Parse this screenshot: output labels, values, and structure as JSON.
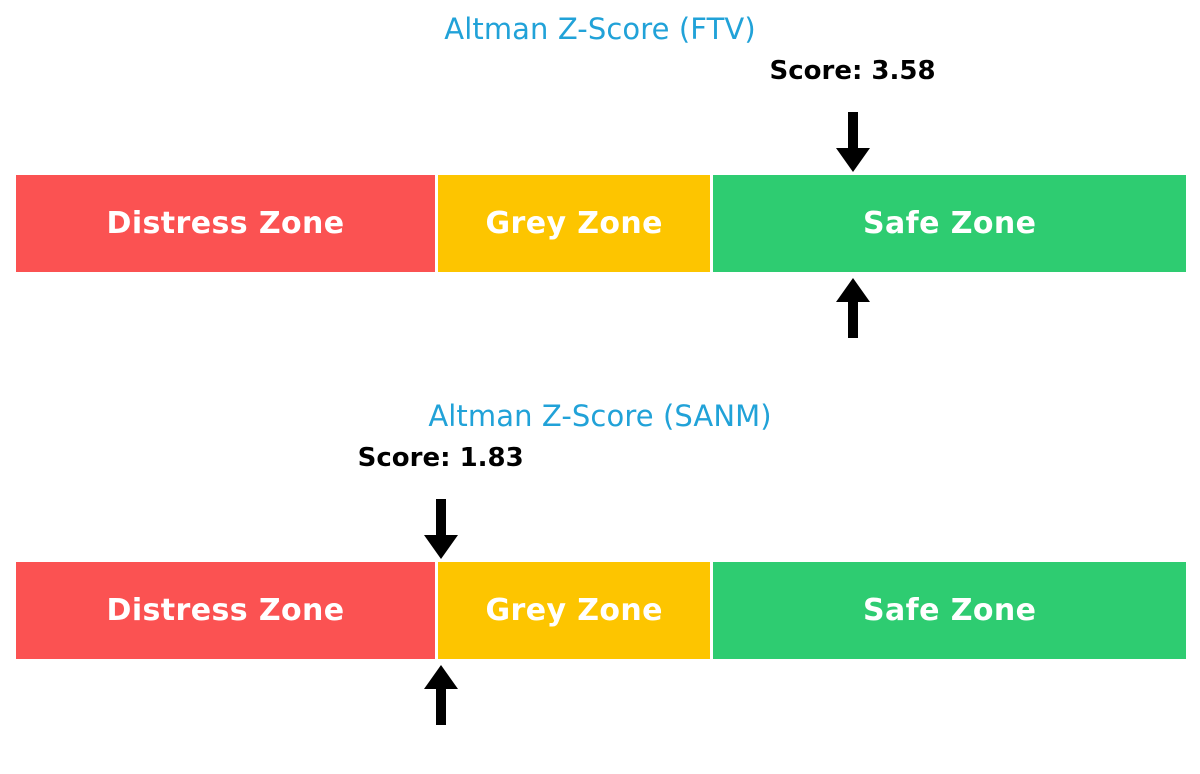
{
  "chart_data": {
    "type": "bar",
    "title": "Altman Z-Score zone gauges",
    "charts": [
      {
        "title": "Altman Z-Score (FTV)",
        "ticker": "FTV",
        "score": 3.58,
        "score_label": "Score: 3.58",
        "score_marker_percent": 71.5,
        "zones": [
          {
            "label": "Distress Zone",
            "color": "#FB5252",
            "width_percent": 36.0,
            "range": "below 1.8"
          },
          {
            "label": "Grey Zone",
            "color": "#FDC500",
            "width_percent": 23.4,
            "range": "1.8 to 3.0"
          },
          {
            "label": "Safe Zone",
            "color": "#2ECC71",
            "width_percent": 40.6,
            "range": "above 3.0"
          }
        ],
        "active_zone": "Safe Zone"
      },
      {
        "title": "Altman Z-Score (SANM)",
        "ticker": "SANM",
        "score": 1.83,
        "score_label": "Score: 1.83",
        "score_marker_percent": 36.3,
        "zones": [
          {
            "label": "Distress Zone",
            "color": "#FB5252",
            "width_percent": 36.0,
            "range": "below 1.8"
          },
          {
            "label": "Grey Zone",
            "color": "#FDC500",
            "width_percent": 23.4,
            "range": "1.8 to 3.0"
          },
          {
            "label": "Safe Zone",
            "color": "#2ECC71",
            "width_percent": 40.6,
            "range": "above 3.0"
          }
        ],
        "active_zone": "Grey Zone"
      }
    ],
    "xlabel": "",
    "ylabel": "",
    "grid": false,
    "legend": "none",
    "colors": {
      "title": "#21A2D8",
      "score_text": "#000000",
      "zone_text": "#FFFFFF",
      "arrow": "#000000",
      "background": "#FFFFFF"
    }
  },
  "panels": [
    {
      "title": "Altman Z-Score (FTV)",
      "score_label": "Score: 3.58",
      "zones": [
        {
          "label": "Distress Zone"
        },
        {
          "label": "Grey Zone"
        },
        {
          "label": "Safe Zone"
        }
      ]
    },
    {
      "title": "Altman Z-Score (SANM)",
      "score_label": "Score: 1.83",
      "zones": [
        {
          "label": "Distress Zone"
        },
        {
          "label": "Grey Zone"
        },
        {
          "label": "Safe Zone"
        }
      ]
    }
  ]
}
